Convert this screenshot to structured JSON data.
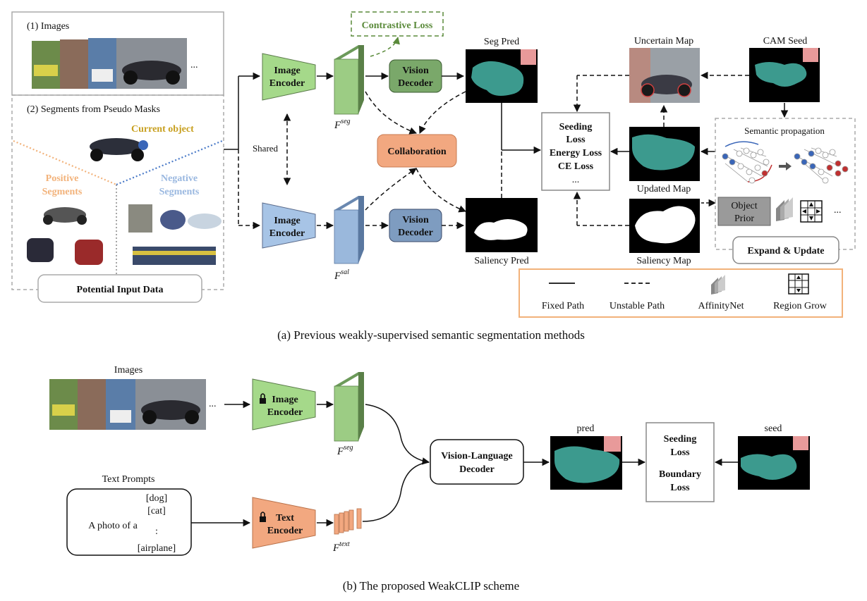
{
  "part_a": {
    "caption": "(a)  Previous weakly-supervised semantic segmentation methods",
    "images_label": "(1) Images",
    "ellipsis": "...",
    "segments_label": "(2) Segments from Pseudo Masks",
    "current_object": "Current object",
    "positive_segments": [
      "Positive",
      "Segments"
    ],
    "negative_segments": [
      "Negative",
      "Segments"
    ],
    "potential_input": "Potential Input Data",
    "image_encoder": [
      "Image",
      "Encoder"
    ],
    "shared": "Shared",
    "f_seg": "F",
    "f_seg_sup": "seg",
    "f_sal": "F",
    "f_sal_sup": "sal",
    "contrastive_loss": "Contrastive Loss",
    "vision_decoder": [
      "Vision",
      "Decoder"
    ],
    "collaboration": "Collaboration",
    "seg_pred": "Seg Pred",
    "saliency_pred": "Saliency Pred",
    "loss_box": [
      "Seeding",
      "Loss",
      "Energy Loss",
      "CE Loss",
      "..."
    ],
    "uncertain_map": "Uncertain Map",
    "cam_seed": "CAM Seed",
    "updated_map": "Updated Map",
    "saliency_map": "Saliency Map",
    "semantic_propagation": "Semantic propagation",
    "object_prior": [
      "Object",
      "Prior"
    ],
    "expand_update": "Expand & Update",
    "legend": {
      "fixed_path": "Fixed Path",
      "unstable_path": "Unstable Path",
      "affinitynet": "AffinityNet",
      "region_grow": "Region Grow"
    }
  },
  "part_b": {
    "caption": "(b)  The proposed WeakCLIP scheme",
    "images_label": "Images",
    "ellipsis": "...",
    "image_encoder": [
      "Image",
      "Encoder"
    ],
    "f_seg": "F",
    "f_seg_sup": "seg",
    "text_prompts_label": "Text Prompts",
    "prompts": [
      "[dog]",
      "[cat]",
      "A photo of a",
      ":",
      "[airplane]"
    ],
    "text_encoder": [
      "Text",
      "Encoder"
    ],
    "f_text": "F",
    "f_text_sup": "text",
    "vl_decoder": [
      "Vision-Language",
      "Decoder"
    ],
    "pred": "pred",
    "seed": "seed",
    "loss_box": [
      "Seeding",
      "Loss",
      "Boundary",
      "Loss"
    ]
  },
  "colors": {
    "green_block": "#a5d98a",
    "dark_green_block": "#7aa86a",
    "blue_block": "#a7c4e6",
    "dark_blue_block": "#7e9cc0",
    "orange_block": "#f2a880",
    "teal_mask": "#3c9a8e",
    "pink_mask": "#e89a9a",
    "current_object": "#c8a020",
    "positive": "#f2b27a",
    "negative": "#9ab8e0",
    "contrastive": "#5a8a3a"
  }
}
